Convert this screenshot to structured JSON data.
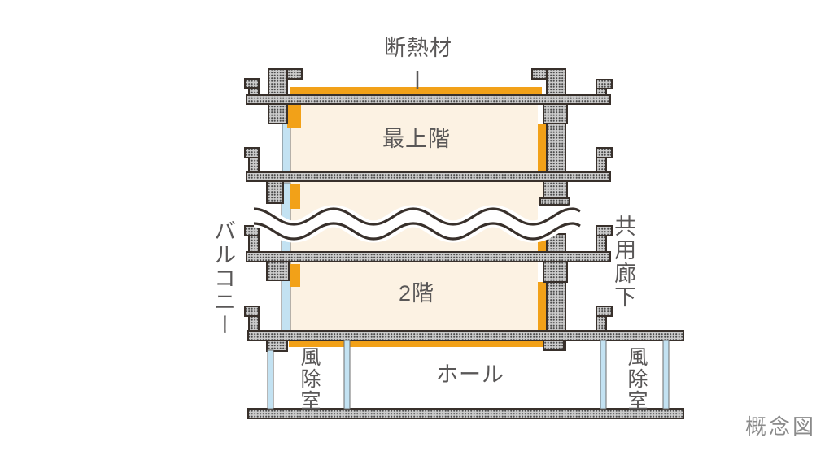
{
  "labels": {
    "insulation": "断熱材",
    "top_floor": "最上階",
    "second_floor": "2階",
    "hall": "ホール",
    "balcony": "バルコニー",
    "shared_corridor": "共用廊下",
    "windbreak_left": "風除室",
    "windbreak_right": "風除室"
  },
  "caption": "概念図",
  "colors": {
    "insulation_orange": "#F2A118",
    "room_cream": "#FCF2E3",
    "glass_blue": "#C3E2F2",
    "concrete_gray": "#CBCBCB",
    "concrete_dot": "#4B4B4B",
    "outline_dark": "#38302B",
    "label_gray": "#595757",
    "caption_gray": "#8A8A8A"
  }
}
